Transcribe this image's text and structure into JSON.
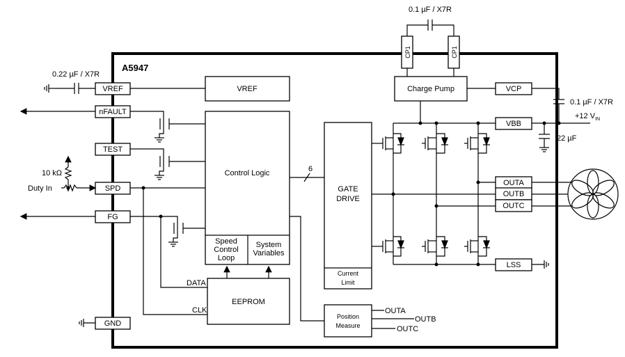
{
  "chip": {
    "name": "A5947"
  },
  "pins": {
    "vref": "VREF",
    "nfault": "nFAULT",
    "test": "TEST",
    "spd": "SPD",
    "fg": "FG",
    "gnd": "GND",
    "vcp": "VCP",
    "vbb": "VBB",
    "outa": "OUTA",
    "outb": "OUTB",
    "outc": "OUTC",
    "lss": "LSS"
  },
  "blocks": {
    "vref": "VREF",
    "control_logic": "Control Logic",
    "speed_control_line1": "Speed",
    "speed_control_line2": "Control",
    "speed_control_line3": "Loop",
    "system_vars_line1": "System",
    "system_vars_line2": "Variables",
    "eeprom": "EEPROM",
    "gate_drive_line1": "GATE",
    "gate_drive_line2": "DRIVE",
    "current_limit_line1": "Current",
    "current_limit_line2": "Limit",
    "charge_pump": "Charge Pump",
    "position_line1": "Position",
    "position_line2": "Measure"
  },
  "components": {
    "cap_vref": "0.22 µF / X7R",
    "cap_cp": "0.1 µF / X7R",
    "cp1_left": "CP1",
    "cp1_right": "CP1",
    "cap_vcp": "0.1 µF / X7R",
    "cap_vbb": "22 µF",
    "supply_prefix": "+12 V",
    "supply_sub": "IN",
    "resistor": "10 kΩ"
  },
  "signals": {
    "duty_in": "Duty In",
    "bus_width": "6",
    "data": "DATA",
    "clk": "CLK",
    "pos_outa": "OUTA",
    "pos_outb": "OUTB",
    "pos_outc": "OUTC"
  }
}
